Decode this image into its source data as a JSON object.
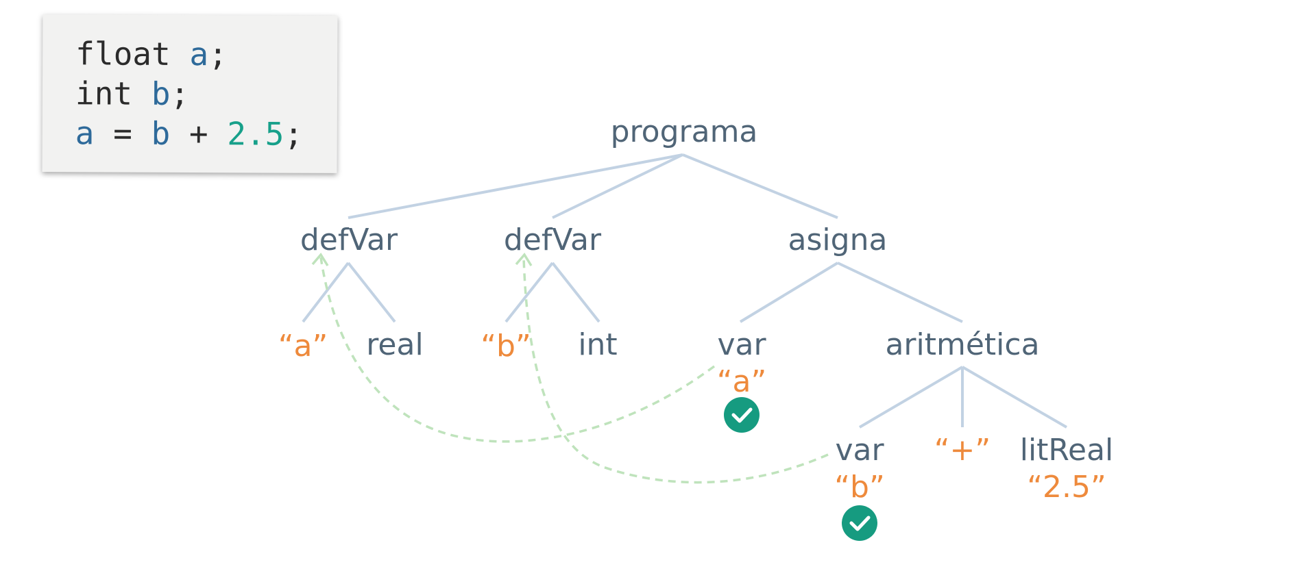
{
  "code": {
    "lines": [
      [
        {
          "t": "float ",
          "k": "kw"
        },
        {
          "t": "a",
          "k": "id"
        },
        {
          "t": ";",
          "k": "pun"
        }
      ],
      [
        {
          "t": "int ",
          "k": "kw"
        },
        {
          "t": "b",
          "k": "id"
        },
        {
          "t": ";",
          "k": "pun"
        }
      ],
      [
        {
          "t": "a",
          "k": "id"
        },
        {
          "t": " = ",
          "k": "pun"
        },
        {
          "t": "b",
          "k": "id"
        },
        {
          "t": " + ",
          "k": "pun"
        },
        {
          "t": "2.5",
          "k": "num"
        },
        {
          "t": ";",
          "k": "pun"
        }
      ]
    ]
  },
  "tree": {
    "root": "programa",
    "defvar_1": {
      "label": "defVar",
      "name": "“a”",
      "type": "real"
    },
    "defvar_2": {
      "label": "defVar",
      "name": "“b”",
      "type": "int"
    },
    "asigna": {
      "label": "asigna"
    },
    "var_a": {
      "label": "var",
      "value": "“a”"
    },
    "aritmetica": {
      "label": "aritmética"
    },
    "var_b": {
      "label": "var",
      "value": "“b”"
    },
    "operator": {
      "value": "“+”"
    },
    "litreal": {
      "label": "litReal",
      "value": "“2.5”"
    }
  },
  "colors": {
    "node_text": "#506577",
    "lexeme": "#ee8a3c",
    "edge": "#c2d2e3",
    "reference_arrow": "#bfe3bc",
    "check": "#169b80",
    "identifier": "#2e6a9a",
    "number": "#17a08a"
  },
  "icons": {
    "resolved": "check-circle-icon"
  }
}
